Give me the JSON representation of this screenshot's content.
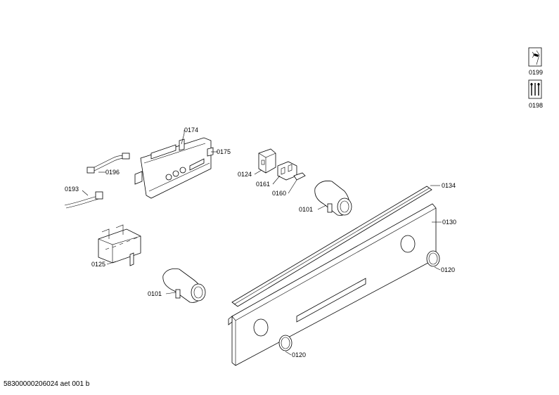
{
  "labels": {
    "p0199": "0199",
    "p0198": "0198",
    "p0174": "0174",
    "p0175": "0175",
    "p0196": "0196",
    "p0193": "0193",
    "p0124": "0124",
    "p0161": "0161",
    "p0160": "0160",
    "p0101a": "0101",
    "p0134": "0134",
    "p0130": "0130",
    "p0125": "0125",
    "p0120a": "0120",
    "p0101b": "0101",
    "p0120b": "0120"
  },
  "footer": "58300000206024 aet 001 b",
  "icons": {
    "icon0199": "wrench-icon",
    "icon0198": "tools-icon"
  }
}
